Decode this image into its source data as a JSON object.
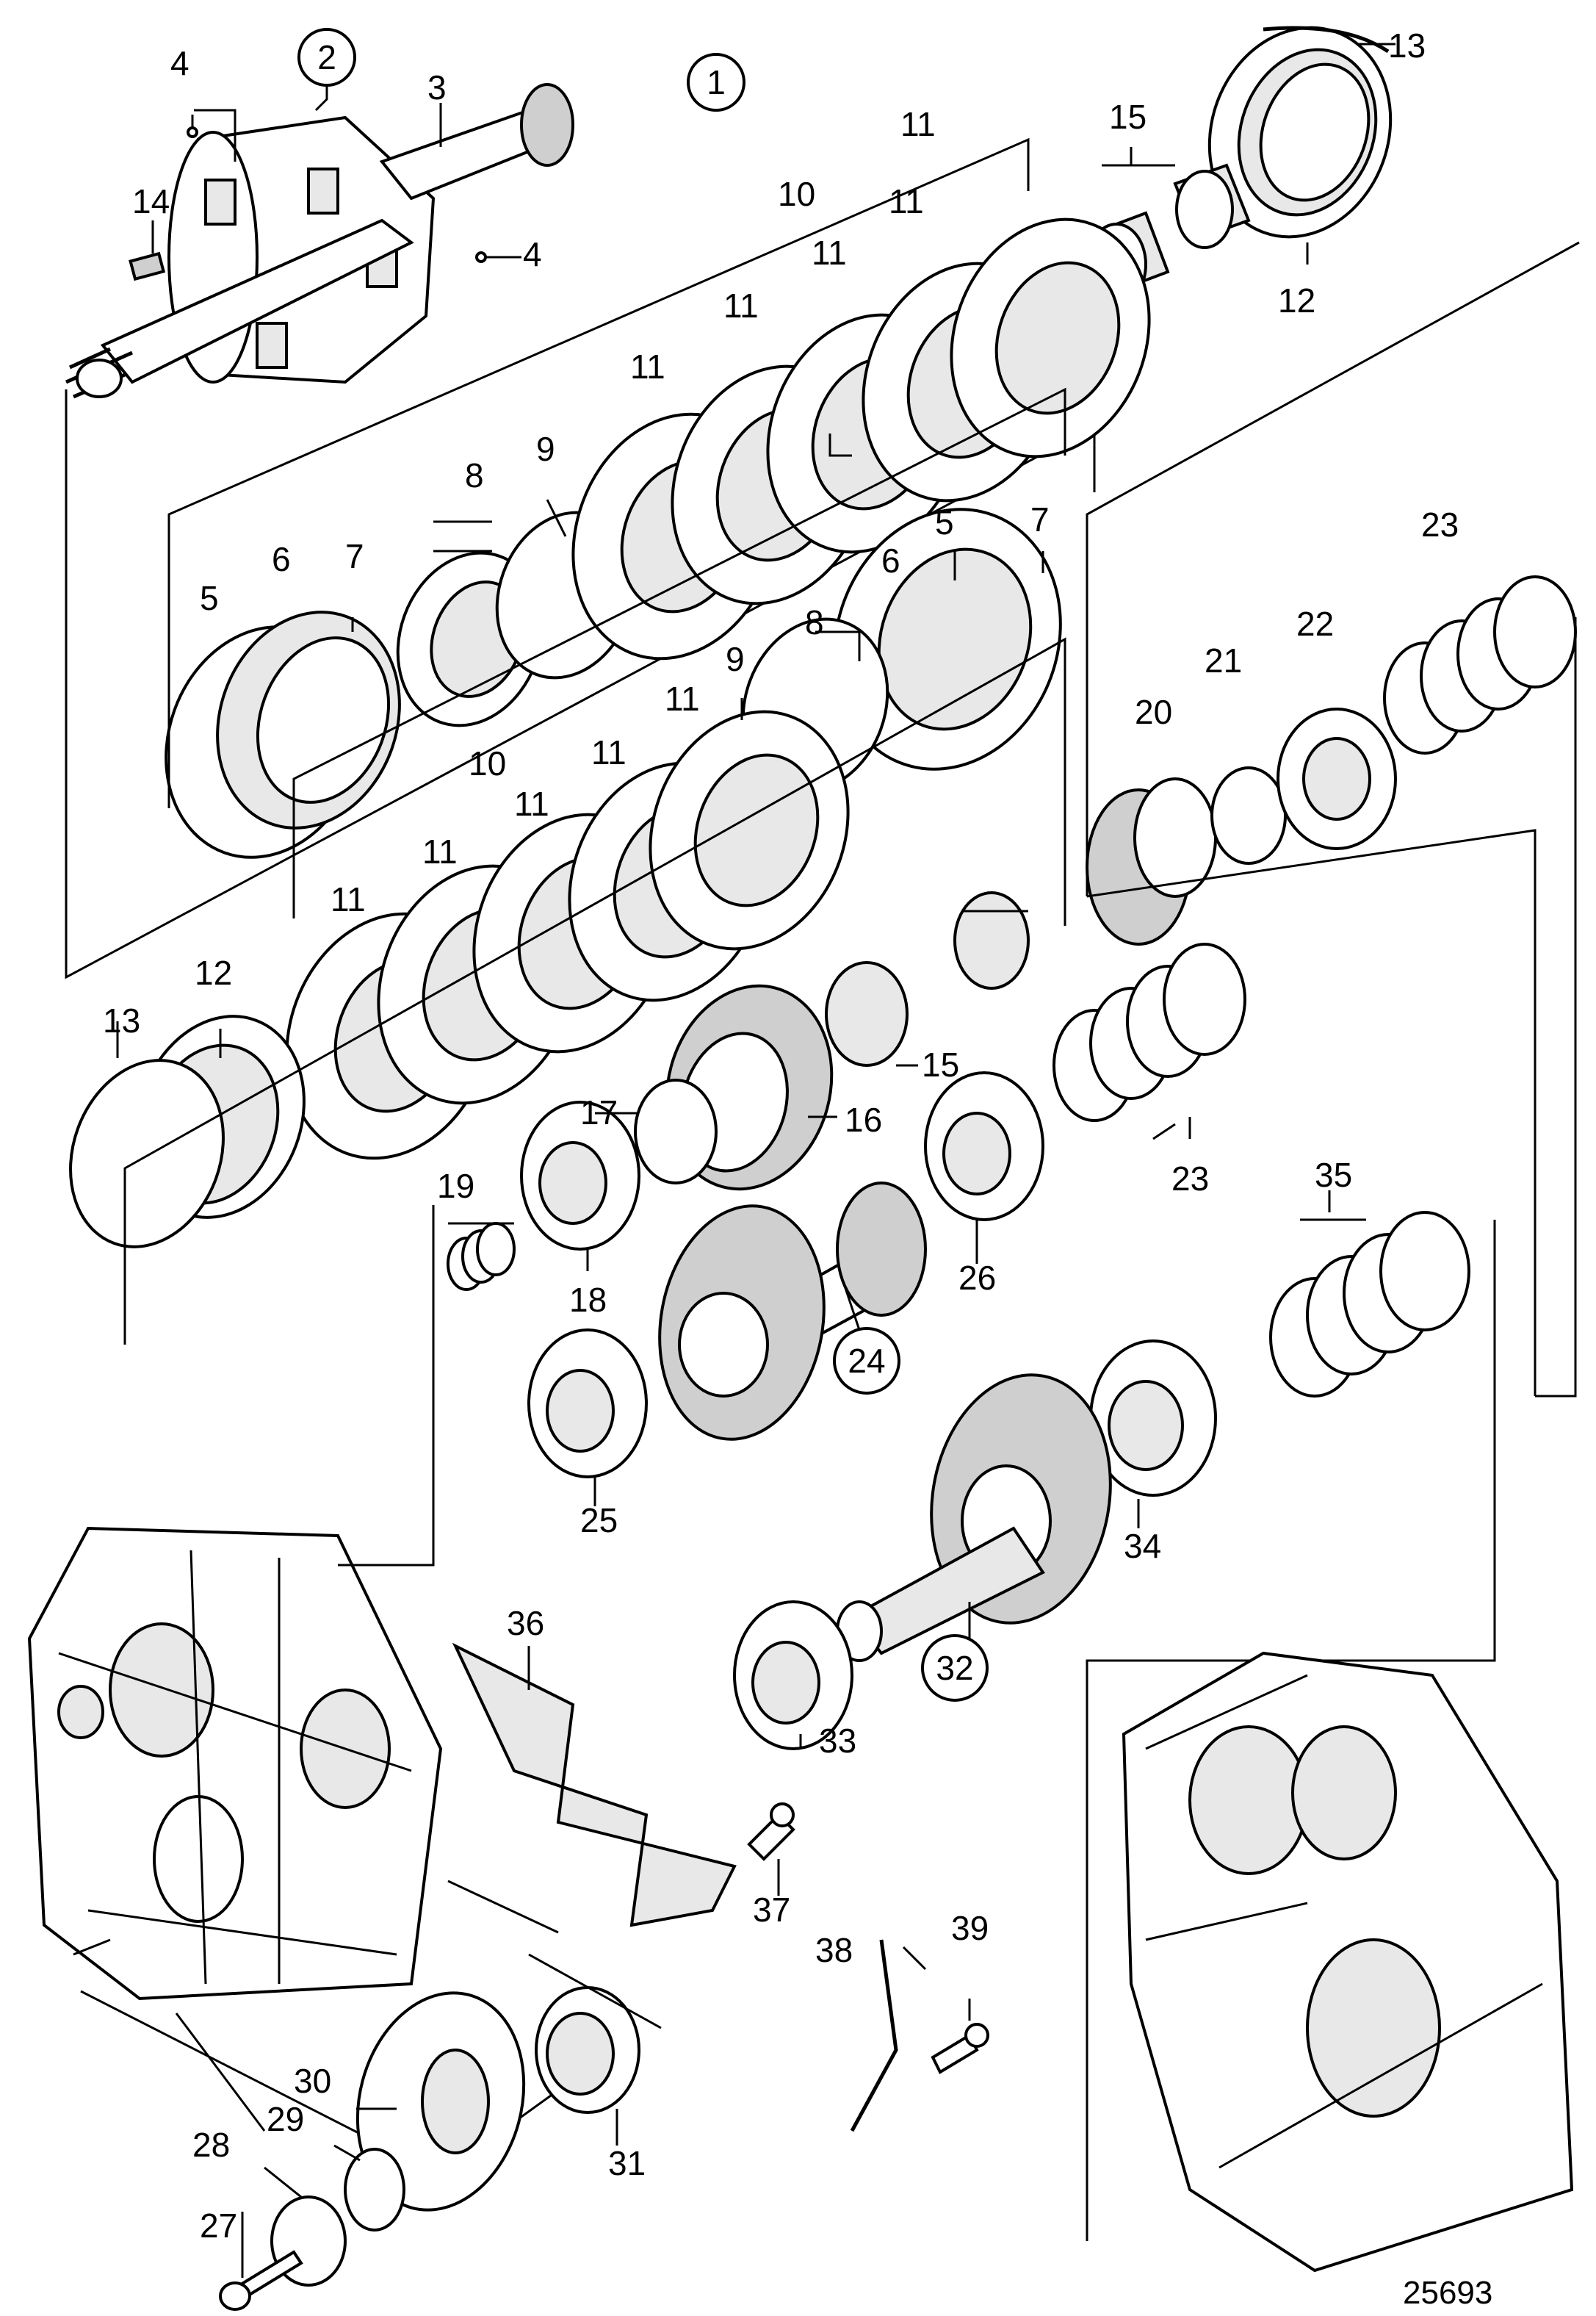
{
  "diagram": {
    "reference_number": "25693",
    "circled_labels": [
      {
        "id": "c1",
        "text": "1"
      },
      {
        "id": "c2",
        "text": "2"
      },
      {
        "id": "c24",
        "text": "24"
      },
      {
        "id": "c32",
        "text": "32"
      }
    ],
    "labels": [
      {
        "id": "l3",
        "text": "3"
      },
      {
        "id": "l4a",
        "text": "4"
      },
      {
        "id": "l4b",
        "text": "4"
      },
      {
        "id": "l5a",
        "text": "5"
      },
      {
        "id": "l5b",
        "text": "5"
      },
      {
        "id": "l6a",
        "text": "6"
      },
      {
        "id": "l6b",
        "text": "6"
      },
      {
        "id": "l7a",
        "text": "7"
      },
      {
        "id": "l7b",
        "text": "7"
      },
      {
        "id": "l8a",
        "text": "8"
      },
      {
        "id": "l8b",
        "text": "8"
      },
      {
        "id": "l9a",
        "text": "9"
      },
      {
        "id": "l9b",
        "text": "9"
      },
      {
        "id": "l10a",
        "text": "10"
      },
      {
        "id": "l10b",
        "text": "10"
      },
      {
        "id": "l11a",
        "text": "11"
      },
      {
        "id": "l11b",
        "text": "11"
      },
      {
        "id": "l11c",
        "text": "11"
      },
      {
        "id": "l11d",
        "text": "11"
      },
      {
        "id": "l11e",
        "text": "11"
      },
      {
        "id": "l11f",
        "text": "11"
      },
      {
        "id": "l11g",
        "text": "11"
      },
      {
        "id": "l11h",
        "text": "11"
      },
      {
        "id": "l11i",
        "text": "11"
      },
      {
        "id": "l11j",
        "text": "11"
      },
      {
        "id": "l12a",
        "text": "12"
      },
      {
        "id": "l12b",
        "text": "12"
      },
      {
        "id": "l13a",
        "text": "13"
      },
      {
        "id": "l13b",
        "text": "13"
      },
      {
        "id": "l14",
        "text": "14"
      },
      {
        "id": "l15a",
        "text": "15"
      },
      {
        "id": "l15b",
        "text": "15"
      },
      {
        "id": "l16",
        "text": "16"
      },
      {
        "id": "l17",
        "text": "17"
      },
      {
        "id": "l18",
        "text": "18"
      },
      {
        "id": "l19",
        "text": "19"
      },
      {
        "id": "l20",
        "text": "20"
      },
      {
        "id": "l21",
        "text": "21"
      },
      {
        "id": "l22",
        "text": "22"
      },
      {
        "id": "l23a",
        "text": "23"
      },
      {
        "id": "l23b",
        "text": "23"
      },
      {
        "id": "l25",
        "text": "25"
      },
      {
        "id": "l26",
        "text": "26"
      },
      {
        "id": "l27",
        "text": "27"
      },
      {
        "id": "l28",
        "text": "28"
      },
      {
        "id": "l29",
        "text": "29"
      },
      {
        "id": "l30",
        "text": "30"
      },
      {
        "id": "l31",
        "text": "31"
      },
      {
        "id": "l33",
        "text": "33"
      },
      {
        "id": "l34",
        "text": "34"
      },
      {
        "id": "l35",
        "text": "35"
      },
      {
        "id": "l36",
        "text": "36"
      },
      {
        "id": "l37",
        "text": "37"
      },
      {
        "id": "l38",
        "text": "38"
      },
      {
        "id": "l39",
        "text": "39"
      }
    ]
  }
}
